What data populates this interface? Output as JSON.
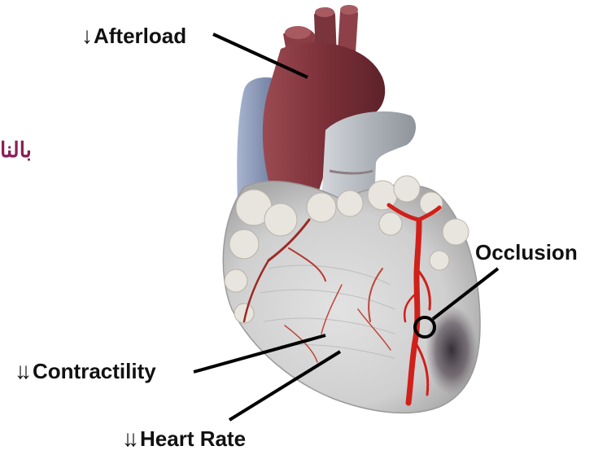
{
  "labels": {
    "afterload": {
      "arrow": "↓",
      "text": "Afterload"
    },
    "occlusion": {
      "text": "Occlusion"
    },
    "contractility": {
      "arrow": "↓↓",
      "text": "Contractility"
    },
    "heart_rate": {
      "arrow": "↓↓",
      "text": "Heart Rate"
    }
  },
  "side_text": "بالنا",
  "colors": {
    "background": "#ffffff",
    "label_text": "#111111",
    "leader_line": "#000000",
    "aorta": "#8a3d45",
    "vena_cava": "#7f8fb3",
    "pulmonary_artery": "#b9bec5",
    "heart_muscle": "#cfcfcf",
    "fat_tissue": "#e6e2dc",
    "coronary_artery": "#d0201a",
    "infarct_shadow": "#3a2f38",
    "side_text": "#8a1f57"
  },
  "icons": [
    "down-arrow-icon",
    "occlusion-circle-icon"
  ]
}
